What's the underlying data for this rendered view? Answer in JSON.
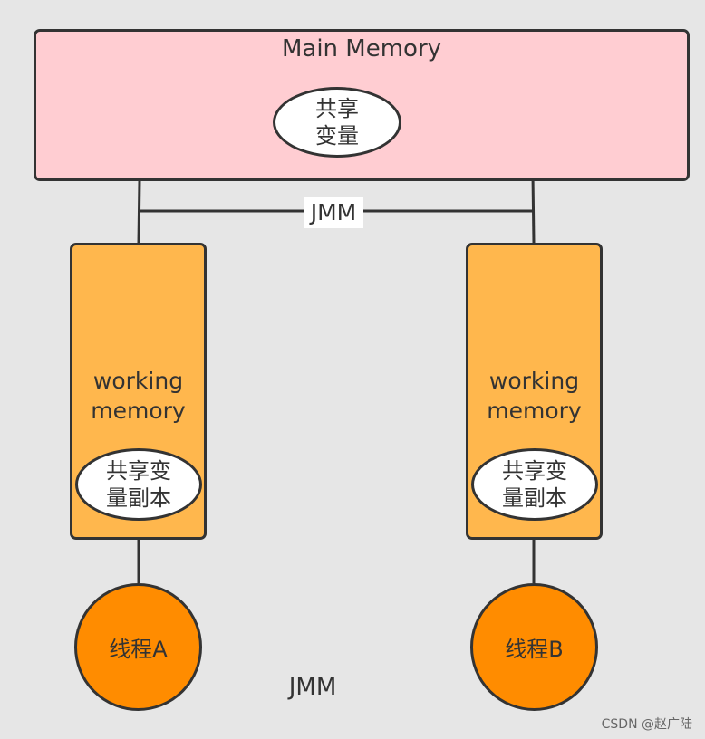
{
  "main_memory": {
    "title": "Main Memory",
    "shared_variable": {
      "line1": "共享",
      "line2": "变量"
    }
  },
  "connector_label": "JMM",
  "working_memory_a": {
    "line1": "working",
    "line2": "memory",
    "copy": {
      "line1": "共享变",
      "line2": "量副本"
    }
  },
  "working_memory_b": {
    "line1": "working",
    "line2": "memory",
    "copy": {
      "line1": "共享变",
      "line2": "量副本"
    }
  },
  "thread_a": "线程A",
  "thread_b": "线程B",
  "caption": "JMM",
  "watermark": "CSDN @赵广陆",
  "colors": {
    "background": "#e6e6e6",
    "main_memory_fill": "#ffcdd2",
    "working_memory_fill": "#ffb74d",
    "thread_fill": "#ff8c00",
    "stroke": "#333333"
  }
}
